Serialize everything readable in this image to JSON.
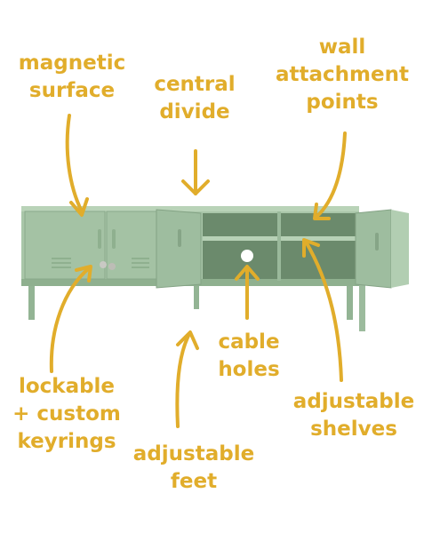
{
  "colors": {
    "accent": "#e1ad2b",
    "cabinet": "#a9c6a9",
    "cabinet_dark": "#8fb08f",
    "cabinet_shadow": "#6f8f72",
    "interior": "#5f7d60",
    "background": "#ffffff"
  },
  "product": "sideboard-cabinet-image",
  "annotations": {
    "magnetic": {
      "line1": "magnetic",
      "line2": "surface"
    },
    "central": {
      "line1": "central",
      "line2": "divide"
    },
    "wall": {
      "line1": "wall",
      "line2": "attachment",
      "line3": "points"
    },
    "cable": {
      "line1": "cable",
      "line2": "holes"
    },
    "lockable": {
      "line1": "lockable",
      "line2": "+ custom",
      "line3": "keyrings"
    },
    "shelves": {
      "line1": "adjustable",
      "line2": "shelves"
    },
    "feet": {
      "line1": "adjustable",
      "line2": "feet"
    }
  }
}
